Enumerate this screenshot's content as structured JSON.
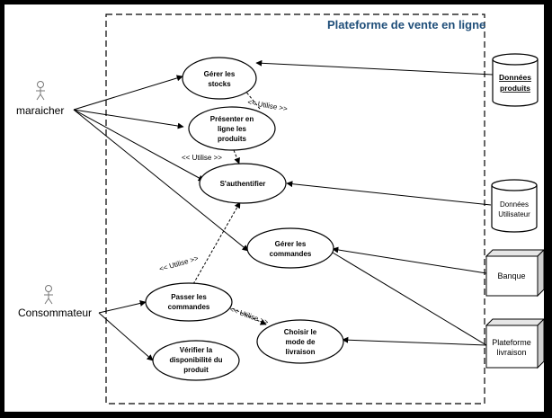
{
  "diagram": {
    "system_title": "Plateforme de vente en ligne",
    "actors": {
      "maraicher": "maraicher",
      "consommateur": "Consommateur"
    },
    "use_cases": {
      "gerer_stocks": [
        "Gérer les",
        "stocks"
      ],
      "presenter_produits": [
        "Présenter en",
        "ligne les",
        "produits"
      ],
      "authentifier": [
        "S'authentifier"
      ],
      "gerer_commandes": [
        "Gérer les",
        "commandes"
      ],
      "passer_commandes": [
        "Passer les",
        "commandes"
      ],
      "choisir_livraison": [
        "Choisir le",
        "mode de",
        "livraison"
      ],
      "verifier_disponibilite": [
        "Vérifier la",
        "disponibilité du",
        "produit"
      ]
    },
    "external": {
      "donnees_produits": [
        "Données",
        "produits"
      ],
      "donnees_utilisateur": [
        "Données",
        "Utilisateur"
      ],
      "banque": [
        "Banque"
      ],
      "plateforme_livraison": [
        "Plateforme",
        "livraison"
      ]
    },
    "relations": {
      "utilise_1": "<< Utilise >>",
      "utilise_2": "<< Utilise >>",
      "utilise_3": "<< Utilise >>",
      "utilise_4": "<< Utilise >>"
    }
  }
}
